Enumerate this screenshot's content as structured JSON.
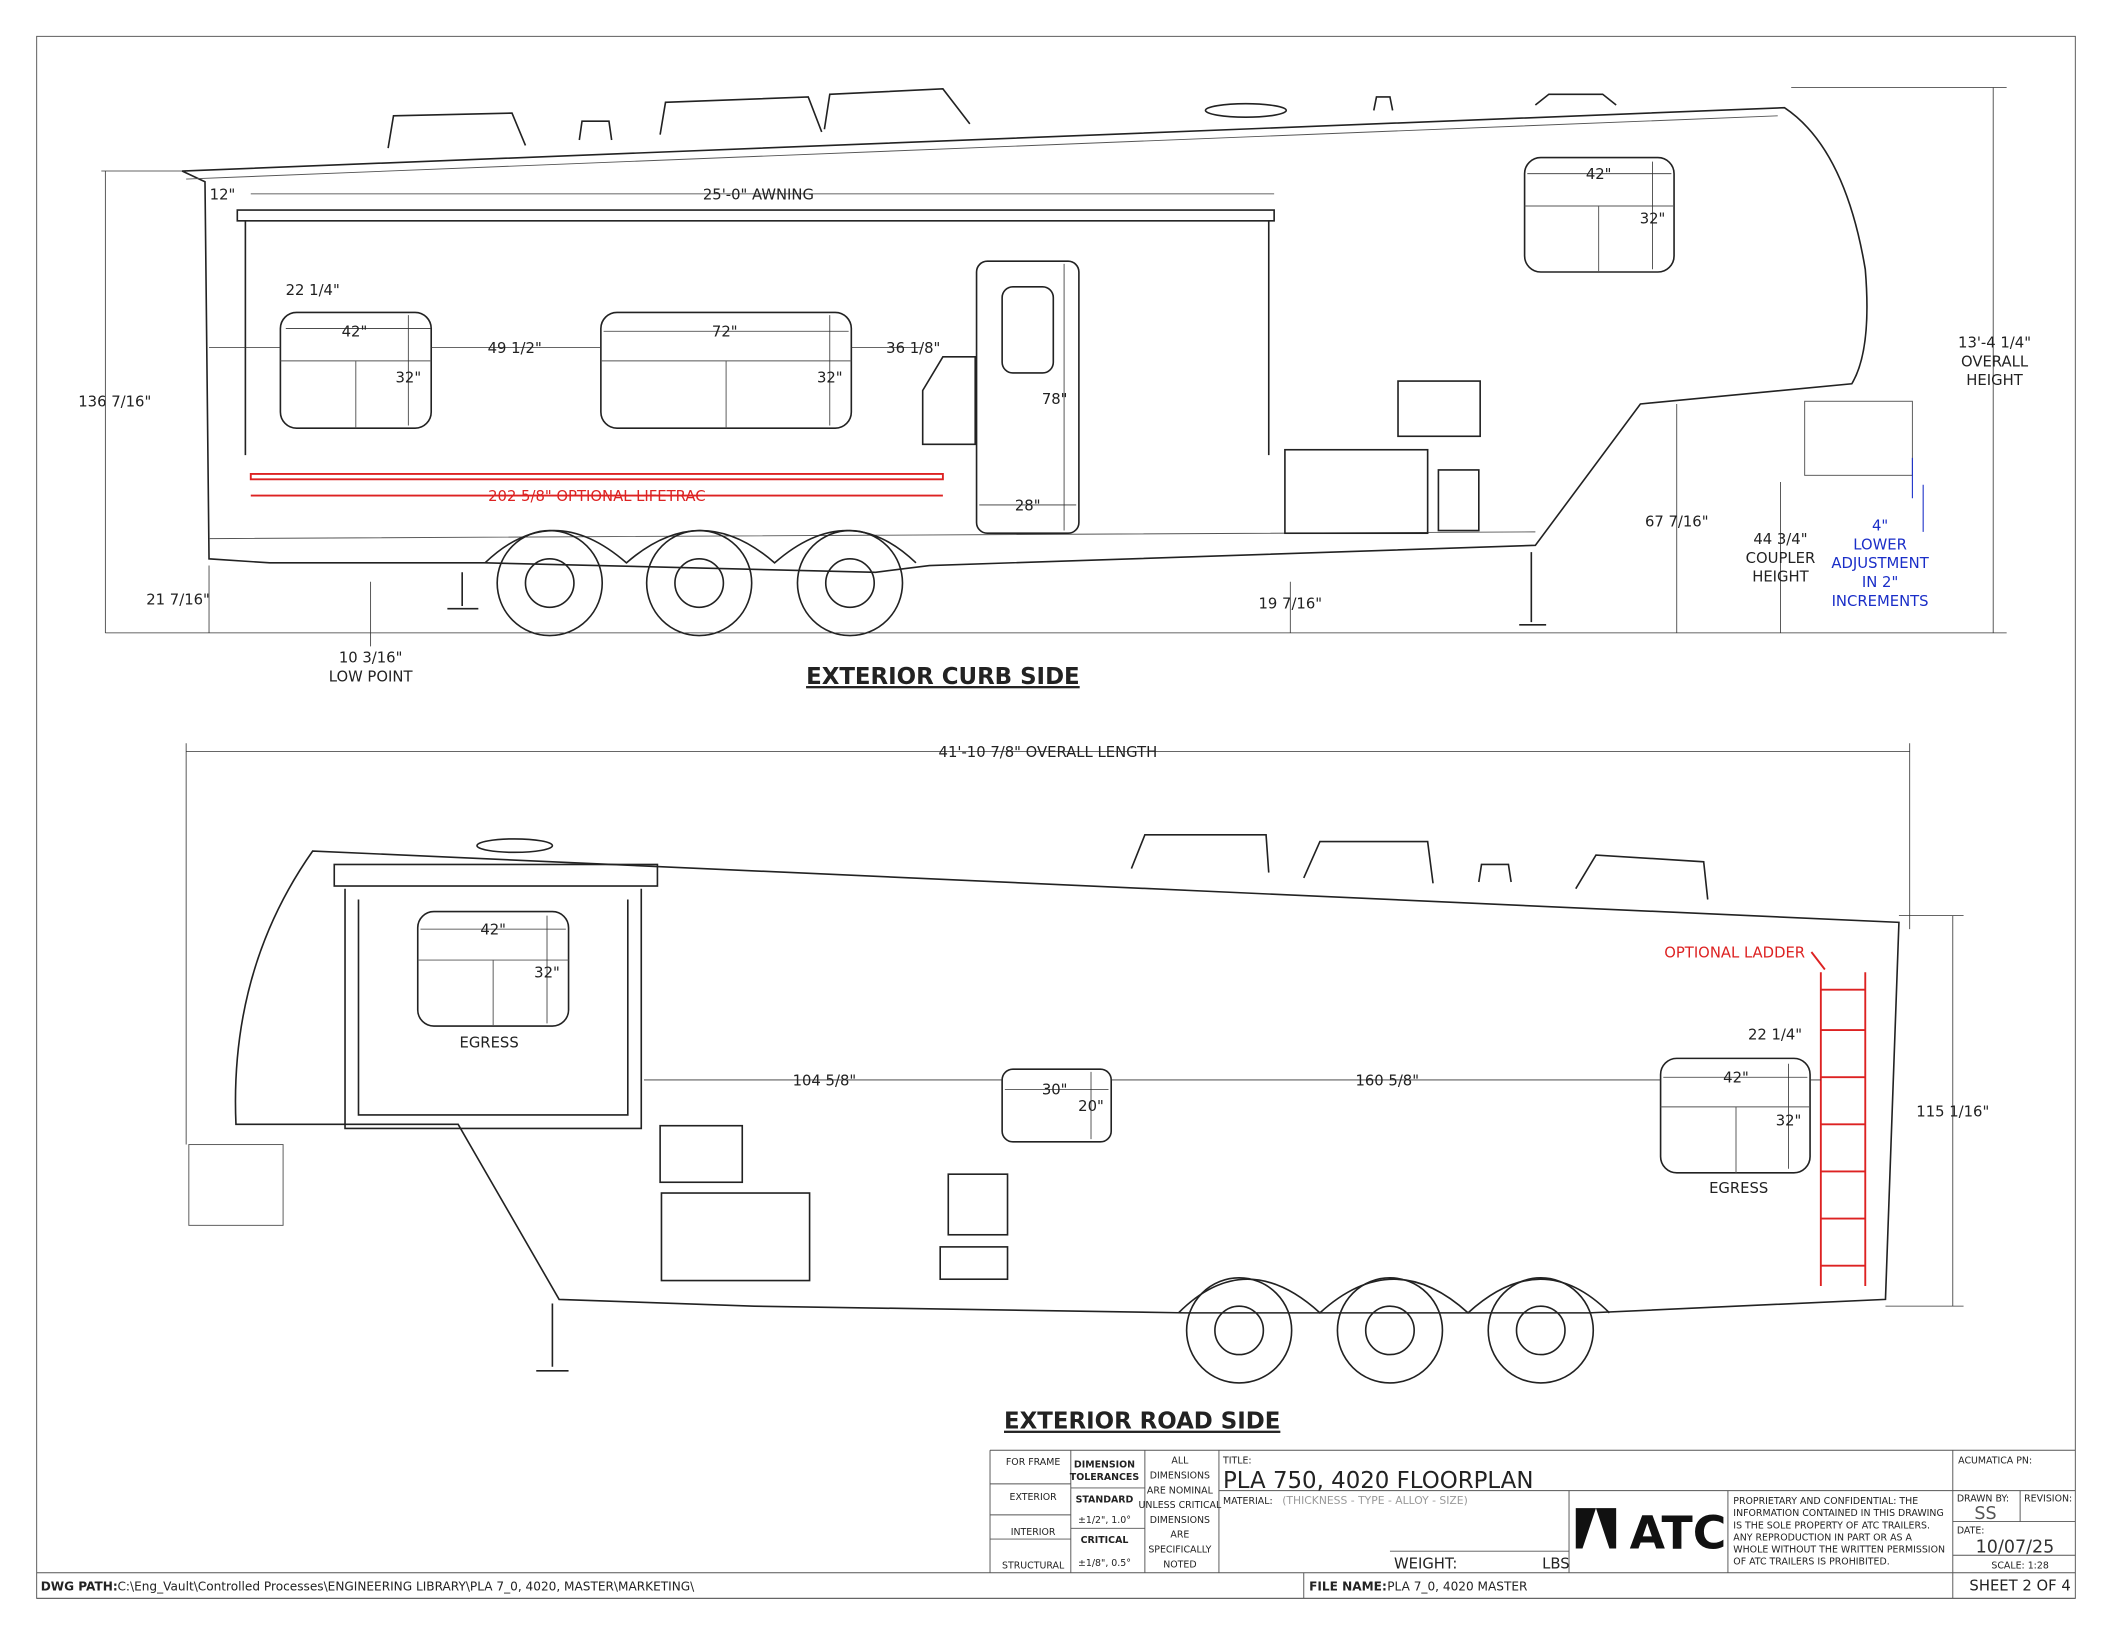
{
  "curb_side": {
    "title": "EXTERIOR CURB SIDE",
    "dims": {
      "d12": "12\"",
      "awning": "25'-0\" AWNING",
      "d22": "22 1/4\"",
      "w1_w": "42\"",
      "w1_h": "32\"",
      "gap1": "49 1/2\"",
      "w2_w": "72\"",
      "w2_h": "32\"",
      "gap2": "36 1/8\"",
      "door_h": "78\"",
      "door_w": "28\"",
      "lifetrac": "202 5/8\" OPTIONAL LIFETRAC",
      "w3_w": "42\"",
      "w3_h": "32\"",
      "height_body": "136 7/16\"",
      "floor": "21 7/16\"",
      "low_point_1": "10 3/16\"",
      "low_point_2": "LOW POINT",
      "clear": "19 7/16\"",
      "neck": "67 7/16\"",
      "coupler_1": "44 3/4\"",
      "coupler_2": "COUPLER",
      "coupler_3": "HEIGHT",
      "adj_1": "4\"",
      "adj_2": "LOWER",
      "adj_3": "ADJUSTMENT",
      "adj_4": "IN 2\"",
      "adj_5": "INCREMENTS",
      "overall_1": "13'-4 1/4\"",
      "overall_2": "OVERALL",
      "overall_3": "HEIGHT"
    }
  },
  "road_side": {
    "title": "EXTERIOR ROAD SIDE",
    "dims": {
      "length": "41'-10 7/8\" OVERALL LENGTH",
      "e1_w": "42\"",
      "e1_h": "32\"",
      "egress1": "EGRESS",
      "gap1": "104 5/8\"",
      "w_w": "30\"",
      "w_h": "20\"",
      "gap2": "160 5/8\"",
      "e2_w": "42\"",
      "e2_h": "32\"",
      "egress2": "EGRESS",
      "d22": "22 1/4\"",
      "ladder": "OPTIONAL LADDER",
      "height": "115 1/16\""
    }
  },
  "title_block": {
    "for_frame": "FOR FRAME",
    "exterior": "EXTERIOR",
    "interior": "INTERIOR",
    "structural": "STRUCTURAL",
    "dim_tol_1": "DIMENSION",
    "dim_tol_2": "TOLERANCES",
    "standard": "STANDARD",
    "standard_val": "±1/2\", 1.0°",
    "critical": "CRITICAL",
    "critical_val": "±1/8\", 0.5°",
    "note": [
      "ALL",
      "DIMENSIONS",
      "ARE NOMINAL",
      "UNLESS CRITICAL",
      "DIMENSIONS",
      "ARE",
      "SPECIFICALLY",
      "NOTED"
    ],
    "title_label": "TITLE:",
    "title": "PLA 750, 4020 FLOORPLAN",
    "material_label": "MATERIAL:",
    "material": "(THICKNESS - TYPE - ALLOY - SIZE)",
    "weight_label": "WEIGHT:",
    "weight_unit": "LBS",
    "logo": "ATC",
    "proprietary": [
      "PROPRIETARY AND CONFIDENTIAL: THE",
      "INFORMATION CONTAINED IN THIS DRAWING",
      "IS THE SOLE PROPERTY OF ATC TRAILERS.",
      "ANY REPRODUCTION IN PART OR AS A",
      "WHOLE WITHOUT THE WRITTEN PERMISSION",
      "OF ATC TRAILERS IS PROHIBITED."
    ],
    "acumatica_label": "ACUMATICA PN:",
    "drawn_by_label": "DRAWN BY:",
    "drawn_by": "SS",
    "revision_label": "REVISION:",
    "date_label": "DATE:",
    "date": "10/07/25",
    "scale": "SCALE: 1:28",
    "sheet": "SHEET 2 OF 4",
    "dwg_path_label": "DWG PATH:",
    "dwg_path": "C:\\Eng_Vault\\Controlled Processes\\ENGINEERING LIBRARY\\PLA 7_0, 4020, MASTER\\MARKETING\\",
    "file_name_label": "FILE NAME:",
    "file_name": "PLA 7_0, 4020 MASTER"
  },
  "colors": {
    "annotation_red": "#d22222",
    "annotation_blue": "#1a2ec8"
  }
}
